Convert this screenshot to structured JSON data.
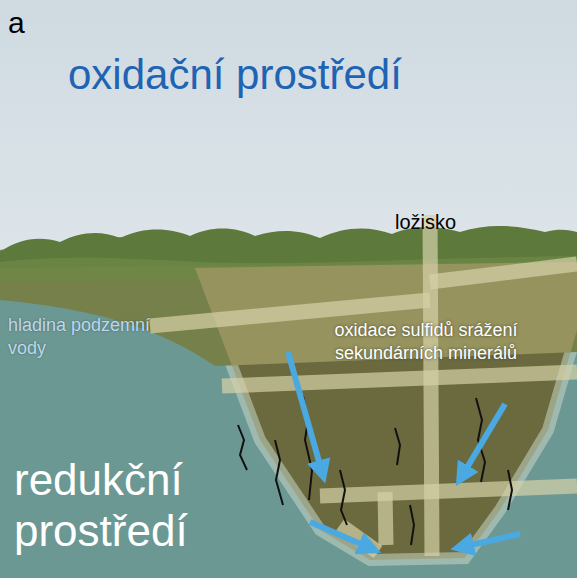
{
  "diagram": {
    "nodes": [
      {
        "text": [
          "ložisko",
          "oxidace sulfidů srážení sekundárních minerálů"
        ]
      }
    ],
    "labels": [
      "a",
      "oxidační prostředí",
      "hladina podzemní vody",
      "redukční prostředí"
    ]
  }
}
